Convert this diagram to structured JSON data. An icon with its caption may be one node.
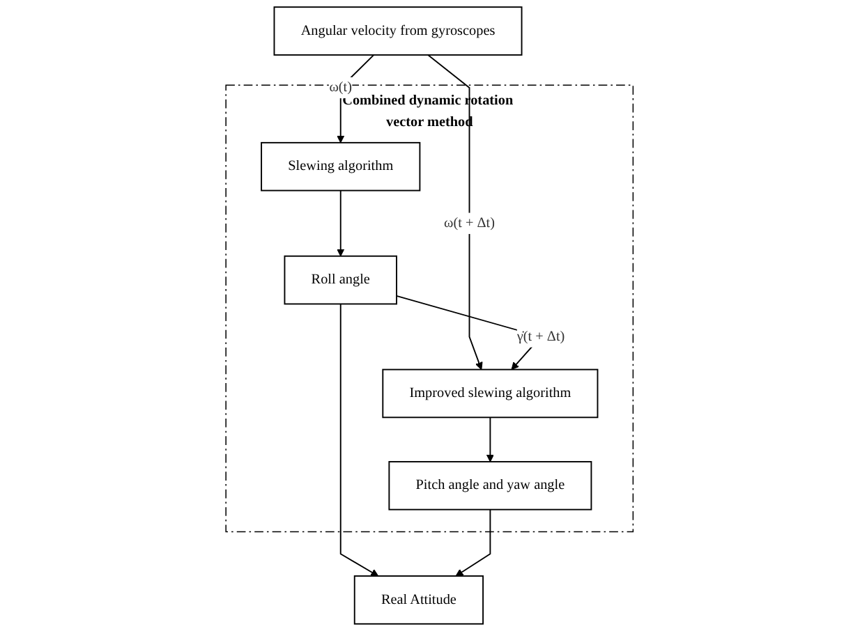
{
  "diagram": {
    "nodes": [
      {
        "text": [
          "Angular velocity from gyroscopes"
        ]
      },
      {
        "text": [
          "Combined dynamic rotation vector method"
        ]
      },
      {
        "text": [
          "Slewing algorithm"
        ],
        "in": 1
      },
      {
        "text": [
          "Improved slewing algorithm"
        ],
        "in": 1
      },
      {
        "text": [
          "Roll angle"
        ],
        "in": 1
      },
      {
        "text": [
          "Pitch angle and yaw angle"
        ],
        "in": 1
      },
      {
        "text": [
          "Real Attitude"
        ]
      }
    ],
    "edges": [
      {
        "from": 0,
        "to": 2,
        "arrow": "to",
        "label": "ω(t)"
      },
      {
        "from": 0,
        "to": 3,
        "arrow": "to",
        "label": "ω(t + Δt)"
      },
      {
        "from": 2,
        "to": 4,
        "arrow": "to"
      },
      {
        "from": 4,
        "to": 3,
        "arrow": "to",
        "label": "γ̇(t + Δt)"
      },
      {
        "from": 3,
        "to": 5,
        "arrow": "to"
      },
      {
        "from": 4,
        "to": 6,
        "arrow": "to"
      },
      {
        "from": 5,
        "to": 6,
        "arrow": "to"
      }
    ]
  }
}
